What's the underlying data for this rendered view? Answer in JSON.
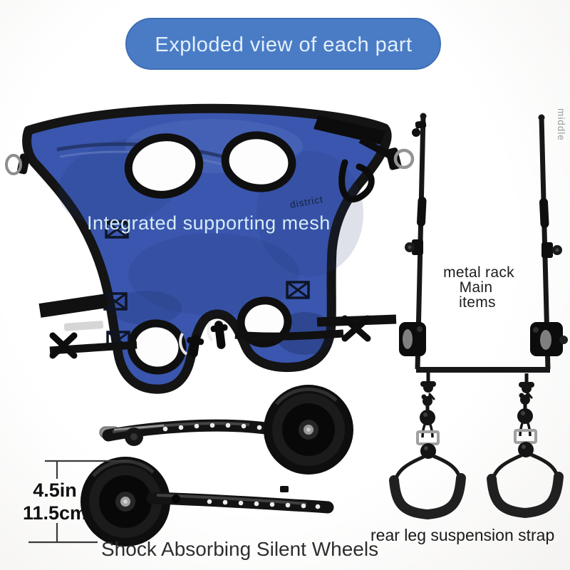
{
  "banner": {
    "label": "Exploded view of each part",
    "bg_color": "#4a7cc6",
    "text_color": "#e3effb"
  },
  "harness": {
    "label": "Integrated supporting mesh",
    "brand": "district",
    "fabric_color": "#3a56ae",
    "trim_color": "#141414",
    "label_color": "#d5ecf6"
  },
  "rack": {
    "title": "metal rack",
    "line2": "Main",
    "line3": "items",
    "side_note": "middle",
    "frame_color": "#171717",
    "label_color": "#1d1d1d",
    "side_note_color": "#9b9b9b"
  },
  "measurement": {
    "inches": "4.5in",
    "centimeters": "11.5cm",
    "line_color": "#3a3a3a",
    "text_color": "#101010"
  },
  "wheels": {
    "label": "Shock Absorbing Silent Wheels",
    "label_color": "#2e2e2e",
    "tire_color": "#0e0e0e"
  },
  "straps": {
    "label": "rear leg suspension strap",
    "label_color": "#1a1a1a",
    "buckle_color": "#a0a0a0"
  }
}
